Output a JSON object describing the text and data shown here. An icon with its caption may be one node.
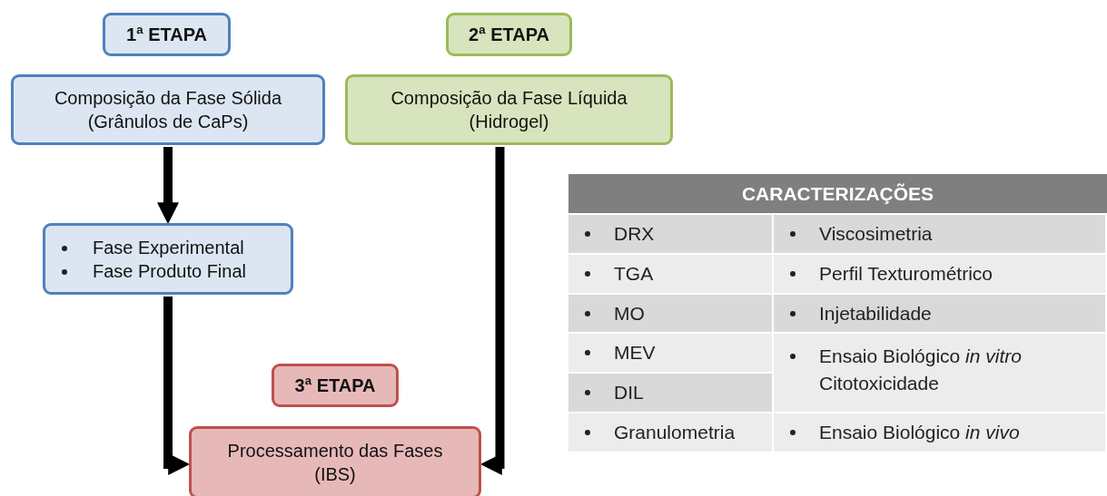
{
  "diagram": {
    "nodes": [
      {
        "text": [
          "1ª ETAPA"
        ]
      },
      {
        "text": [
          "Composição da Fase Sólida (Grânulos de CaPs)"
        ]
      },
      {
        "text": [
          "2ª ETAPA"
        ]
      },
      {
        "text": [
          "Composição da Fase Líquida (Hidrogel)"
        ]
      },
      {
        "text": [
          "Fase Experimental",
          "Fase Produto Final"
        ]
      },
      {
        "text": [
          "3ª ETAPA"
        ]
      },
      {
        "text": [
          "Processamento das Fases (IBS)"
        ]
      }
    ],
    "edges": [
      {
        "from": 1,
        "to": 4,
        "arrow": "to"
      },
      {
        "from": 4,
        "to": 6,
        "arrow": "to"
      },
      {
        "from": 3,
        "to": 6,
        "arrow": "to"
      }
    ],
    "labels": [
      "CARACTERIZAÇÕES",
      "DRX",
      "Viscosimetria",
      "TGA",
      "Perfil Texturométrico",
      "MO",
      "Injetabilidade",
      "MEV",
      "Ensaio Biológico *in vitro* Citotoxicidade",
      "DIL",
      "Granulometria",
      "Ensaio Biológico *in vivo*"
    ]
  }
}
